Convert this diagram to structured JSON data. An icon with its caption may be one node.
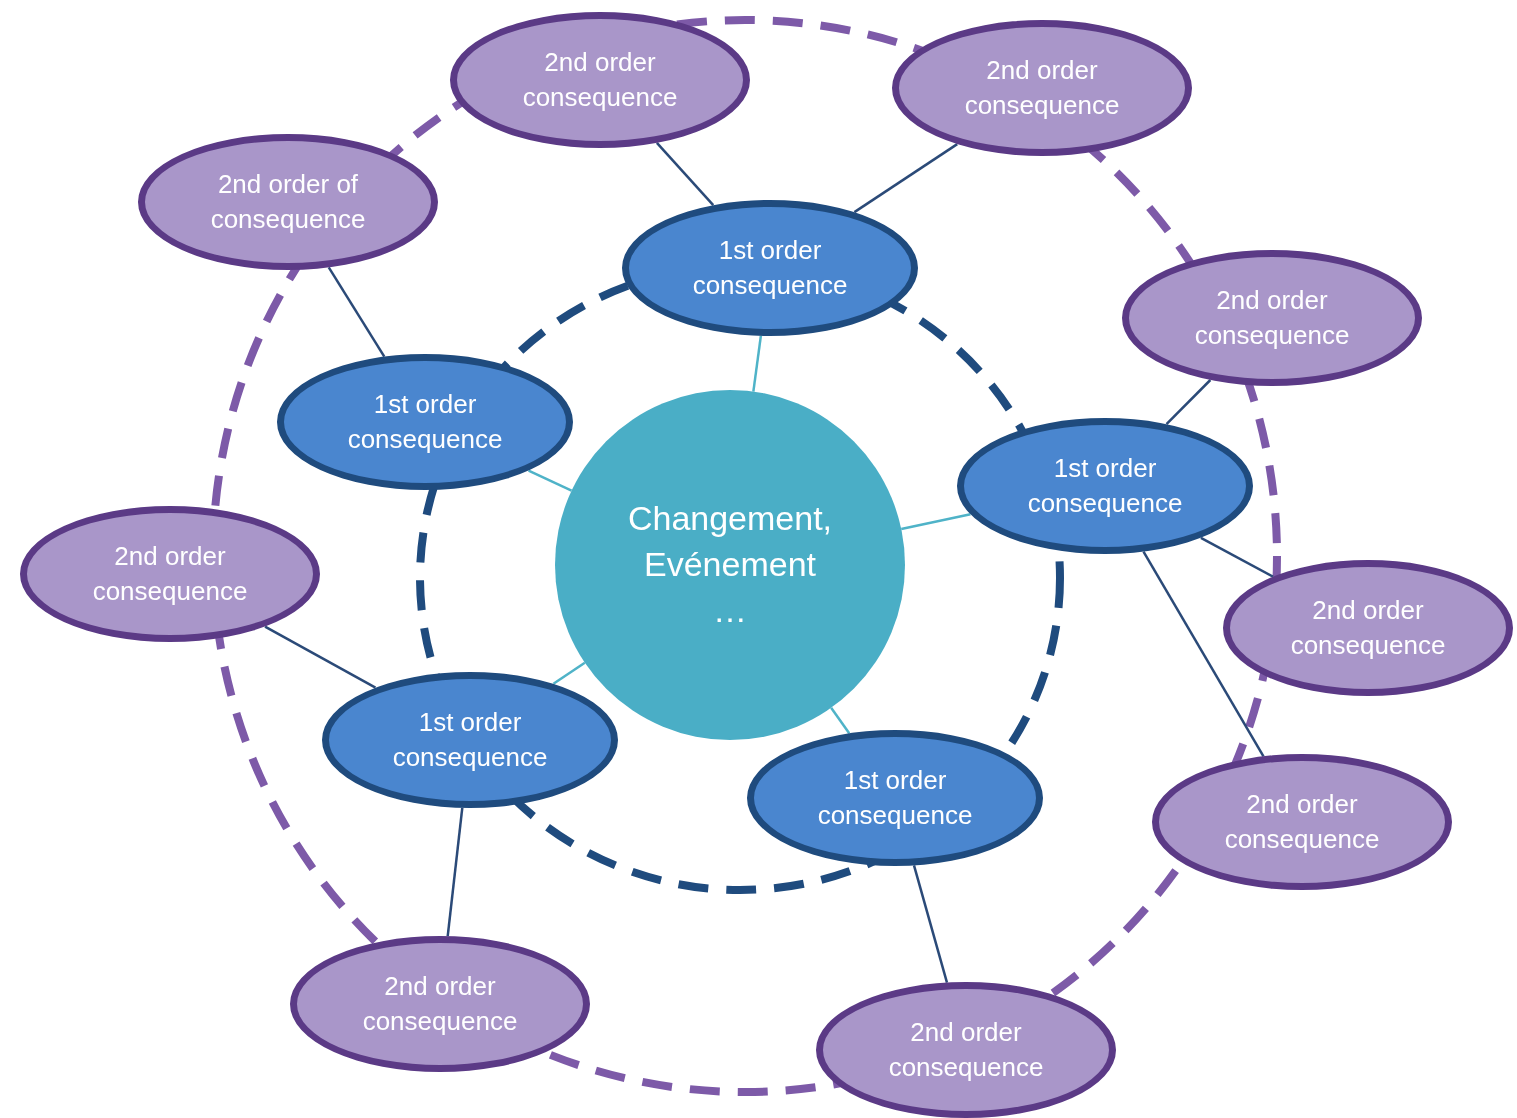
{
  "diagram": {
    "nodes": [
      {
        "text": [
          "Changement, Evénement",
          "…"
        ]
      },
      {
        "text": [
          "1st order consequence"
        ]
      },
      {
        "text": [
          "1st order consequence"
        ]
      },
      {
        "text": [
          "1st order consequence"
        ]
      },
      {
        "text": [
          "1st order consequence"
        ]
      },
      {
        "text": [
          "1st order consequence"
        ]
      },
      {
        "text": [
          "2nd order consequence"
        ]
      },
      {
        "text": [
          "2nd order consequence"
        ]
      },
      {
        "text": [
          "2nd order of consequence"
        ]
      },
      {
        "text": [
          "2nd order consequence"
        ]
      },
      {
        "text": [
          "2nd order consequence"
        ]
      },
      {
        "text": [
          "2nd order consequence"
        ]
      },
      {
        "text": [
          "2nd order consequence"
        ]
      },
      {
        "text": [
          "2nd order consequence"
        ]
      },
      {
        "text": [
          "2nd order consequence"
        ]
      }
    ],
    "edges": [
      {
        "from": 0,
        "to": 1,
        "arrow": "none",
        "color": "#4fb3c8"
      },
      {
        "from": 0,
        "to": 2,
        "arrow": "none",
        "color": "#4fb3c8"
      },
      {
        "from": 0,
        "to": 3,
        "arrow": "none",
        "color": "#4fb3c8"
      },
      {
        "from": 0,
        "to": 4,
        "arrow": "none",
        "color": "#4fb3c8"
      },
      {
        "from": 0,
        "to": 5,
        "arrow": "none",
        "color": "#4fb3c8"
      },
      {
        "from": 1,
        "to": 6,
        "arrow": "none"
      },
      {
        "from": 1,
        "to": 7,
        "arrow": "none"
      },
      {
        "from": 2,
        "to": 8,
        "arrow": "none"
      },
      {
        "from": 3,
        "to": 9,
        "arrow": "none"
      },
      {
        "from": 3,
        "to": 11,
        "arrow": "none"
      },
      {
        "from": 3,
        "to": 12,
        "arrow": "none"
      },
      {
        "from": 4,
        "to": 10,
        "arrow": "none"
      },
      {
        "from": 4,
        "to": 13,
        "arrow": "none"
      },
      {
        "from": 5,
        "to": 14,
        "arrow": "none"
      }
    ]
  }
}
